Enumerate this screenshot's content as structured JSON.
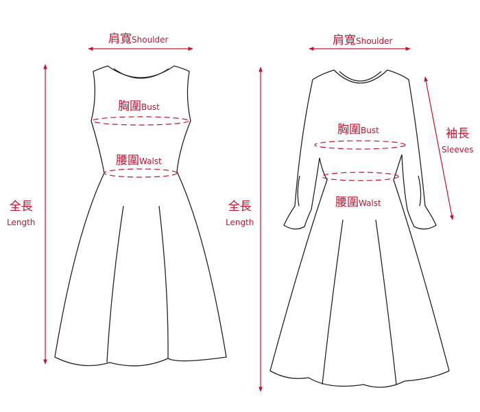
{
  "colors": {
    "accent": "#c8102e",
    "line": "#222222"
  },
  "dress1": {
    "shoulder": {
      "zh": "肩寬",
      "en": "Shoulder"
    },
    "bust": {
      "zh": "胸圍",
      "en": "Bust"
    },
    "waist": {
      "zh": "腰圍",
      "en": "Walst"
    },
    "length": {
      "zh": "全長",
      "en": "Length"
    }
  },
  "dress2": {
    "shoulder": {
      "zh": "肩寬",
      "en": "Shoulder"
    },
    "bust": {
      "zh": "胸圍",
      "en": "Bust"
    },
    "waist": {
      "zh": "腰圍",
      "en": "Walst"
    },
    "length": {
      "zh": "全長",
      "en": "Length"
    },
    "sleeves": {
      "zh": "袖長",
      "en": "Sleeves"
    }
  }
}
